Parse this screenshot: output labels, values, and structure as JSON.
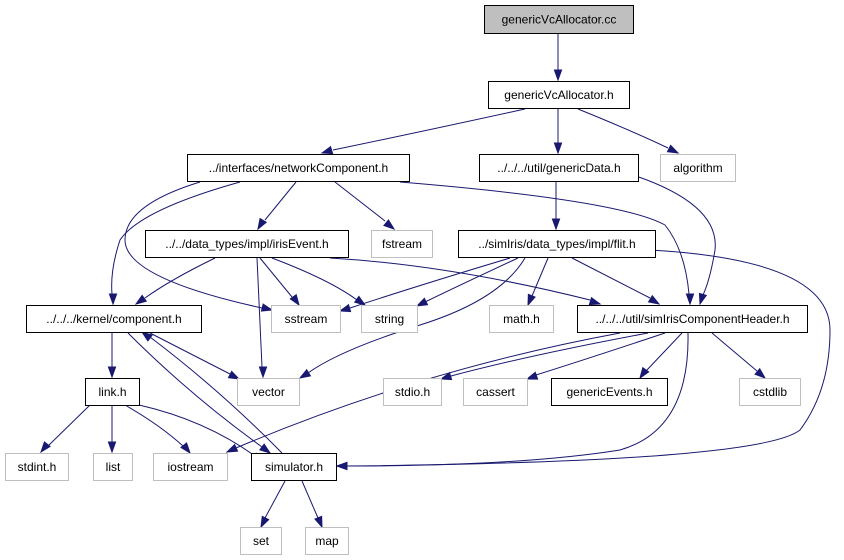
{
  "graph": {
    "colors": {
      "edge": "#191970",
      "box_border": "#000000",
      "external_border": "#bfbfbf",
      "root_fill": "#bfbfbf",
      "fill": "#ffffff"
    },
    "nodes": [
      {
        "id": "genericVcAllocator_cc",
        "label": "genericVcAllocator.cc",
        "kind": "root"
      },
      {
        "id": "genericVcAllocator_h",
        "label": "genericVcAllocator.h",
        "kind": "file"
      },
      {
        "id": "networkComponent_h",
        "label": "../interfaces/networkComponent.h",
        "kind": "file"
      },
      {
        "id": "genericData_h",
        "label": "../../../util/genericData.h",
        "kind": "file"
      },
      {
        "id": "algorithm",
        "label": "algorithm",
        "kind": "external"
      },
      {
        "id": "irisEvent_h",
        "label": "../../data_types/impl/irisEvent.h",
        "kind": "file"
      },
      {
        "id": "fstream",
        "label": "fstream",
        "kind": "external"
      },
      {
        "id": "flit_h",
        "label": "../simIris/data_types/impl/flit.h",
        "kind": "file"
      },
      {
        "id": "component_h",
        "label": "../../../kernel/component.h",
        "kind": "file"
      },
      {
        "id": "sstream",
        "label": "sstream",
        "kind": "external"
      },
      {
        "id": "string",
        "label": "string",
        "kind": "external"
      },
      {
        "id": "math_h",
        "label": "math.h",
        "kind": "external"
      },
      {
        "id": "simIrisComponentHeader_h",
        "label": "../../../util/simIrisComponentHeader.h",
        "kind": "file"
      },
      {
        "id": "link_h",
        "label": "link.h",
        "kind": "file"
      },
      {
        "id": "vector",
        "label": "vector",
        "kind": "external"
      },
      {
        "id": "stdio_h",
        "label": "stdio.h",
        "kind": "external"
      },
      {
        "id": "cassert",
        "label": "cassert",
        "kind": "external"
      },
      {
        "id": "genericEvents_h",
        "label": "genericEvents.h",
        "kind": "file"
      },
      {
        "id": "cstdlib",
        "label": "cstdlib",
        "kind": "external"
      },
      {
        "id": "stdint_h",
        "label": "stdint.h",
        "kind": "external"
      },
      {
        "id": "list",
        "label": "list",
        "kind": "external"
      },
      {
        "id": "iostream",
        "label": "iostream",
        "kind": "external"
      },
      {
        "id": "simulator_h",
        "label": "simulator.h",
        "kind": "file"
      },
      {
        "id": "set",
        "label": "set",
        "kind": "external"
      },
      {
        "id": "map",
        "label": "map",
        "kind": "external"
      }
    ],
    "edges": [
      {
        "from": "genericVcAllocator_cc",
        "to": "genericVcAllocator_h"
      },
      {
        "from": "genericVcAllocator_h",
        "to": "networkComponent_h"
      },
      {
        "from": "genericVcAllocator_h",
        "to": "genericData_h"
      },
      {
        "from": "genericVcAllocator_h",
        "to": "algorithm"
      },
      {
        "from": "networkComponent_h",
        "to": "irisEvent_h"
      },
      {
        "from": "networkComponent_h",
        "to": "fstream"
      },
      {
        "from": "networkComponent_h",
        "to": "component_h"
      },
      {
        "from": "networkComponent_h",
        "to": "sstream"
      },
      {
        "from": "networkComponent_h",
        "to": "simIrisComponentHeader_h"
      },
      {
        "from": "genericData_h",
        "to": "flit_h"
      },
      {
        "from": "genericData_h",
        "to": "simIrisComponentHeader_h"
      },
      {
        "from": "irisEvent_h",
        "to": "component_h"
      },
      {
        "from": "irisEvent_h",
        "to": "sstream"
      },
      {
        "from": "irisEvent_h",
        "to": "string"
      },
      {
        "from": "irisEvent_h",
        "to": "vector"
      },
      {
        "from": "irisEvent_h",
        "to": "simIrisComponentHeader_h"
      },
      {
        "from": "flit_h",
        "to": "sstream"
      },
      {
        "from": "flit_h",
        "to": "string"
      },
      {
        "from": "flit_h",
        "to": "math_h"
      },
      {
        "from": "flit_h",
        "to": "vector"
      },
      {
        "from": "flit_h",
        "to": "simIrisComponentHeader_h"
      },
      {
        "from": "flit_h",
        "to": "simulator_h"
      },
      {
        "from": "component_h",
        "to": "link_h"
      },
      {
        "from": "component_h",
        "to": "vector"
      },
      {
        "from": "component_h",
        "to": "simulator_h"
      },
      {
        "from": "simIrisComponentHeader_h",
        "to": "stdio_h"
      },
      {
        "from": "simIrisComponentHeader_h",
        "to": "cassert"
      },
      {
        "from": "simIrisComponentHeader_h",
        "to": "genericEvents_h"
      },
      {
        "from": "simIrisComponentHeader_h",
        "to": "cstdlib"
      },
      {
        "from": "simIrisComponentHeader_h",
        "to": "iostream"
      },
      {
        "from": "simIrisComponentHeader_h",
        "to": "simulator_h"
      },
      {
        "from": "link_h",
        "to": "stdint_h"
      },
      {
        "from": "link_h",
        "to": "list"
      },
      {
        "from": "link_h",
        "to": "iostream"
      },
      {
        "from": "link_h",
        "to": "simulator_h"
      },
      {
        "from": "simulator_h",
        "to": "component_h"
      },
      {
        "from": "simulator_h",
        "to": "set"
      },
      {
        "from": "simulator_h",
        "to": "map"
      }
    ]
  }
}
